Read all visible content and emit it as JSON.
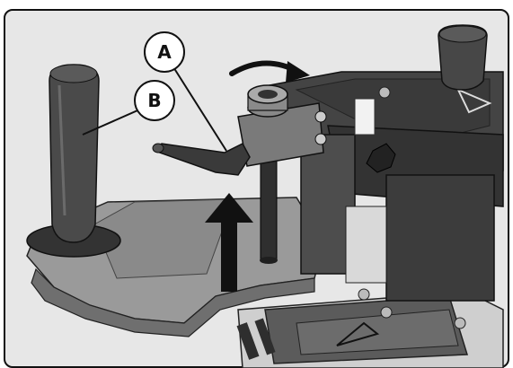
{
  "callouts": [
    {
      "label": "A",
      "target": "clamping-lever"
    },
    {
      "label": "B",
      "target": "side-handle"
    }
  ],
  "icons": [
    "rotation-arrow-icon",
    "upward-arrow-icon",
    "triangle-marker-icon"
  ],
  "colors": {
    "background": "#e7e7e7",
    "base_plate": "#8d8d8d",
    "body_dark": "#3c3c3c",
    "handle": "#4a4a4a",
    "arrow": "#111111",
    "frame": "#111111"
  }
}
